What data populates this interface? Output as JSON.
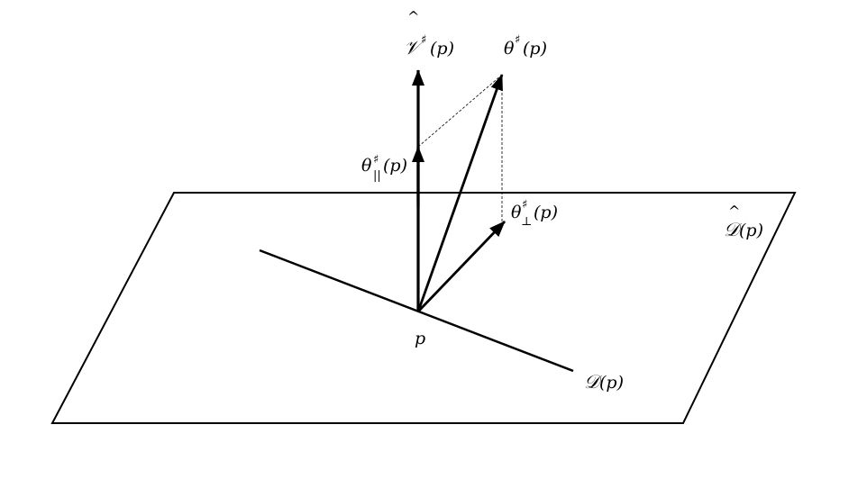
{
  "labels": {
    "v_hat": {
      "base": "𝒱",
      "hat": "^",
      "sup": "♯",
      "arg": "(p)"
    },
    "theta": {
      "base": "θ",
      "sup": "♯",
      "arg": "(p)"
    },
    "theta_par": {
      "base": "θ",
      "sup": "♯",
      "sub": "||",
      "arg": "(p)"
    },
    "theta_perp": {
      "base": "θ",
      "sup": "♯",
      "sub": "⊥",
      "arg": "(p)"
    },
    "d_hat": {
      "base": "𝒟",
      "hat": "^",
      "arg": "(p)"
    },
    "d_line": {
      "base": "𝒟",
      "arg": "(p)"
    },
    "point_p": "p"
  },
  "colors": {
    "ink": "#000000",
    "background": "#ffffff"
  }
}
